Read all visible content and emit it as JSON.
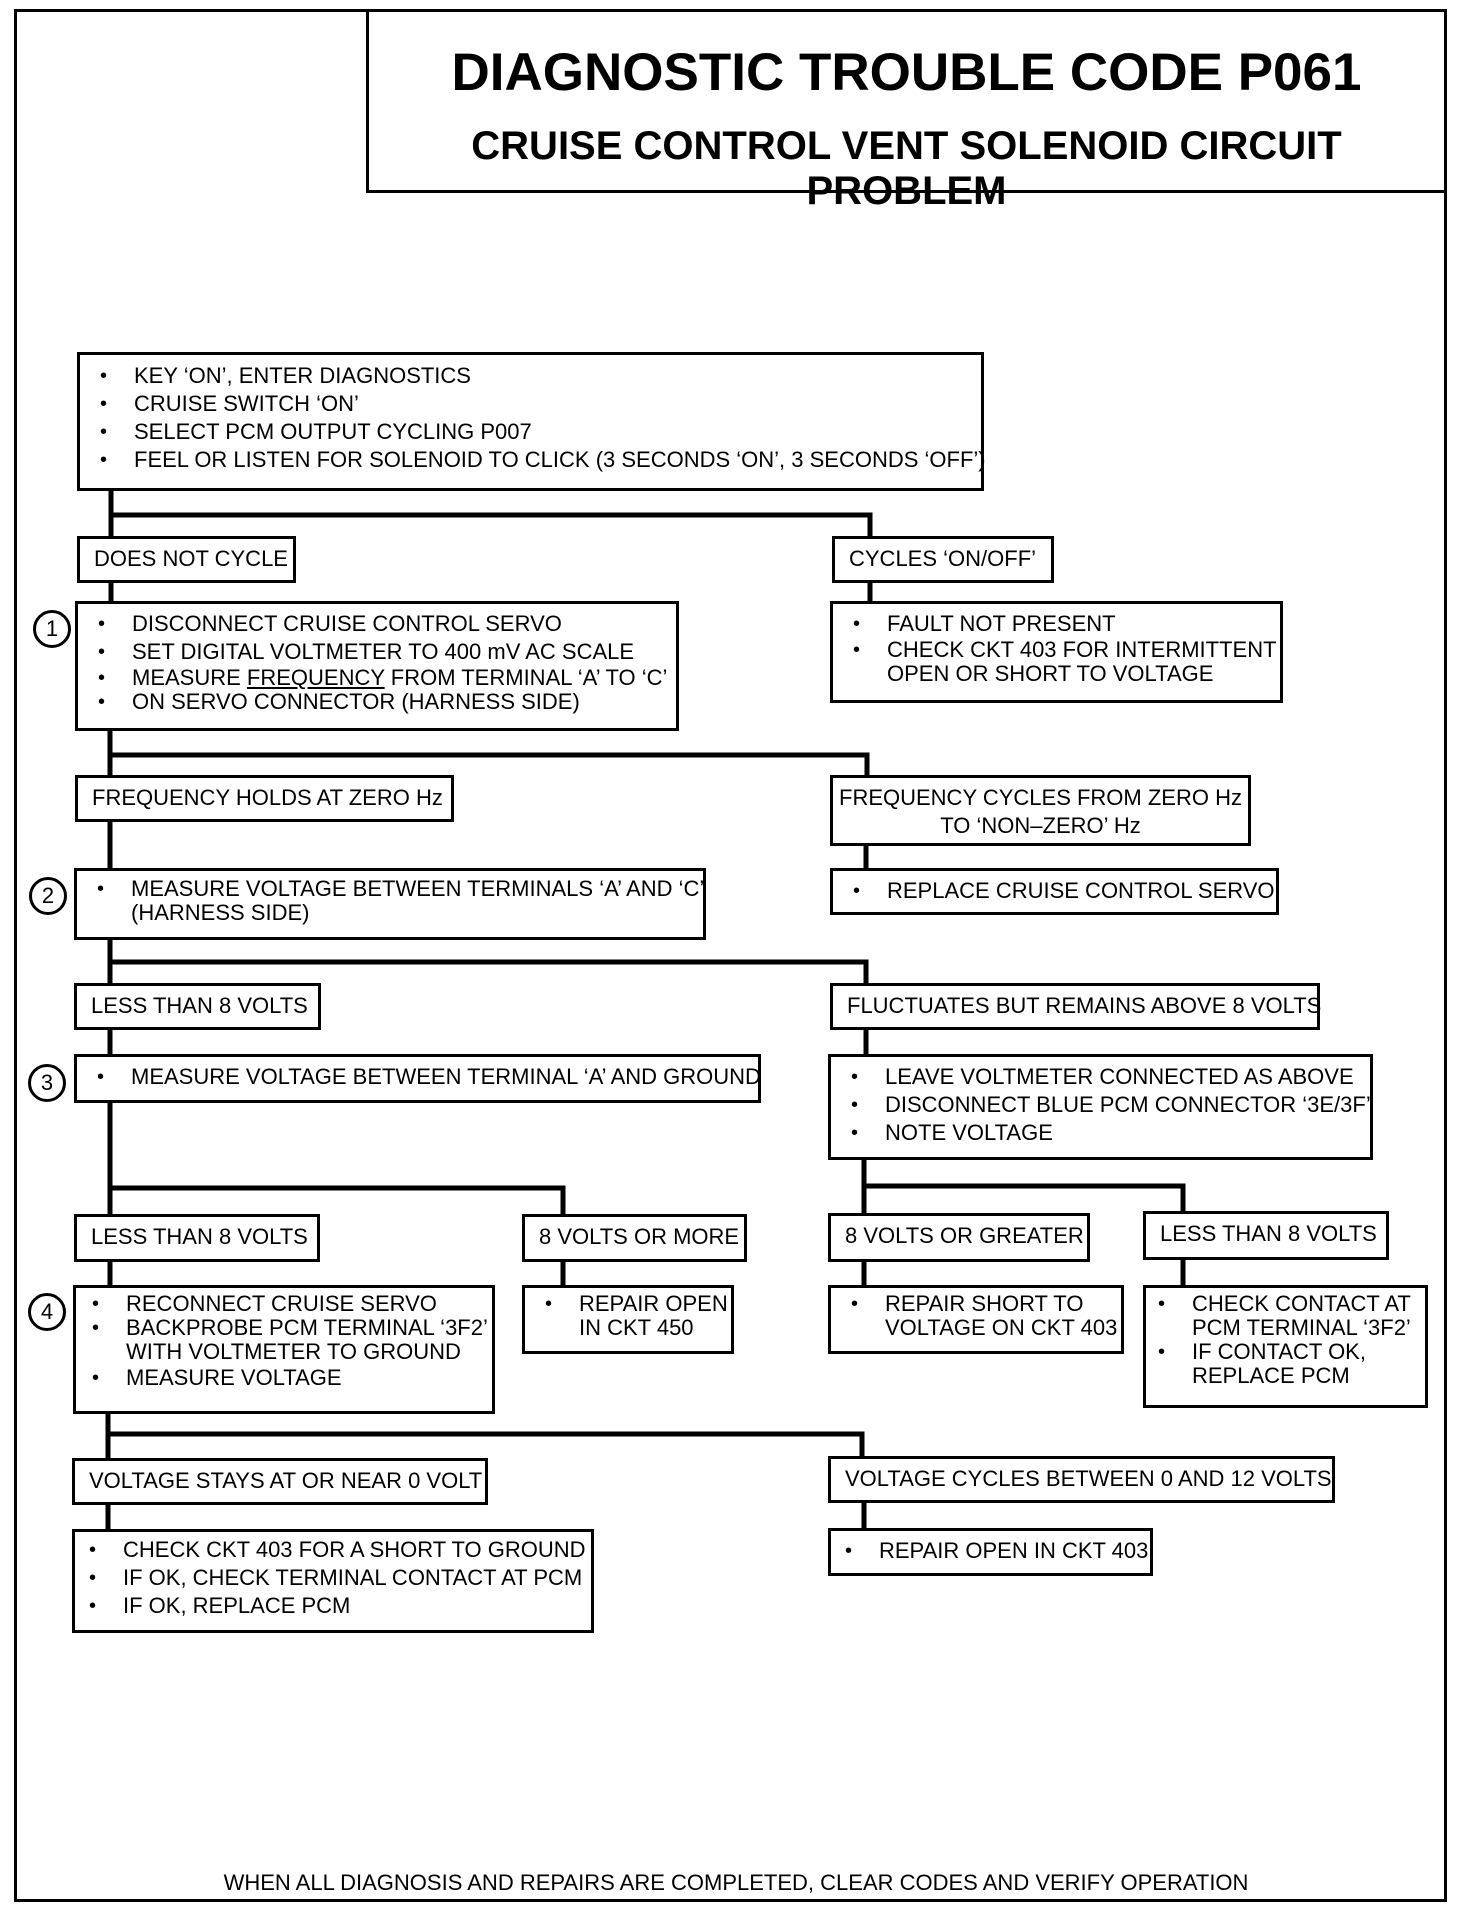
{
  "title": "DIAGNOSTIC TROUBLE CODE P061",
  "subtitle": "CRUISE CONTROL VENT SOLENOID CIRCUIT PROBLEM",
  "start": {
    "items": [
      "KEY ‘ON’, ENTER DIAGNOSTICS",
      "CRUISE SWITCH ‘ON’",
      "SELECT PCM OUTPUT CYCLING P007",
      "FEEL OR LISTEN FOR SOLENOID TO CLICK (3 SECONDS ‘ON’, 3 SECONDS ‘OFF’)"
    ]
  },
  "branch1": {
    "left_label": "DOES NOT CYCLE",
    "right_label": "CYCLES ‘ON/OFF’",
    "right_items": [
      "FAULT NOT PRESENT",
      "CHECK CKT 403 FOR INTERMITTENT",
      "OPEN OR SHORT TO VOLTAGE"
    ]
  },
  "step1": {
    "number": "1",
    "items": [
      "DISCONNECT CRUISE CONTROL SERVO",
      "SET DIGITAL VOLTMETER TO 400 mV AC SCALE",
      "MEASURE ",
      "FREQUENCY",
      " FROM TERMINAL ‘A’ TO ‘C’",
      "ON SERVO CONNECTOR (HARNESS SIDE)"
    ]
  },
  "branch2": {
    "left_label": "FREQUENCY HOLDS AT ZERO Hz",
    "right_label_1": "FREQUENCY CYCLES FROM ZERO Hz",
    "right_label_2": "TO ‘NON–ZERO’ Hz",
    "right_item": "REPLACE CRUISE CONTROL SERVO"
  },
  "step2": {
    "number": "2",
    "items": [
      "MEASURE VOLTAGE BETWEEN TERMINALS ‘A’ AND ‘C’",
      "(HARNESS SIDE)"
    ]
  },
  "branch3": {
    "left_label": "LESS THAN 8 VOLTS",
    "right_label": "FLUCTUATES BUT REMAINS ABOVE 8 VOLTS",
    "right_items": [
      "LEAVE VOLTMETER CONNECTED AS ABOVE",
      "DISCONNECT BLUE PCM CONNECTOR ‘3E/3F’",
      "NOTE VOLTAGE"
    ]
  },
  "step3": {
    "number": "3",
    "item": "MEASURE VOLTAGE BETWEEN TERMINAL ‘A’ AND GROUND"
  },
  "branch4": {
    "a_label": "LESS THAN 8 VOLTS",
    "b_label": "8 VOLTS OR MORE",
    "b_item_1": "REPAIR OPEN",
    "b_item_2": "IN CKT 450",
    "c_label": "8 VOLTS OR GREATER",
    "c_item_1": "REPAIR SHORT TO",
    "c_item_2": "VOLTAGE ON CKT 403",
    "d_label": "LESS THAN 8 VOLTS",
    "d_items": [
      "CHECK CONTACT AT",
      "PCM TERMINAL ‘3F2’",
      "IF CONTACT OK,",
      "REPLACE PCM"
    ]
  },
  "step4": {
    "number": "4",
    "items": [
      "RECONNECT CRUISE SERVO",
      "BACKPROBE PCM TERMINAL ‘3F2’",
      "WITH VOLTMETER TO GROUND",
      "MEASURE VOLTAGE"
    ]
  },
  "branch5": {
    "left_label": "VOLTAGE STAYS AT OR NEAR 0 VOLT",
    "left_items": [
      "CHECK CKT 403 FOR A SHORT TO GROUND",
      "IF OK, CHECK TERMINAL CONTACT AT PCM",
      "IF OK, REPLACE PCM"
    ],
    "right_label": "VOLTAGE CYCLES BETWEEN 0 AND 12 VOLTS",
    "right_item": "REPAIR OPEN IN CKT 403"
  },
  "footer": "WHEN ALL DIAGNOSIS AND REPAIRS ARE COMPLETED, CLEAR CODES AND VERIFY OPERATION"
}
